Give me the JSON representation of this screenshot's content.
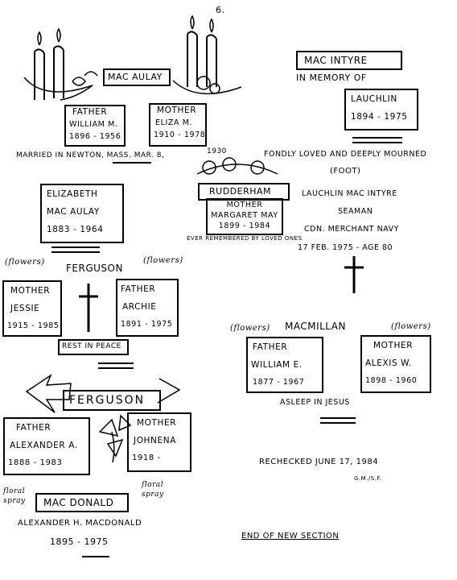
{
  "page_number": "6.",
  "macaulay": {
    "surname": "MAC AULAY",
    "father": {
      "role": "FATHER",
      "name": "WILLIAM M.",
      "dates": "1896 - 1956"
    },
    "mother": {
      "role": "MOTHER",
      "name": "ELIZA M.",
      "dates": "1910 - 1978"
    },
    "married": "MARRIED IN NEWTON, MASS. MAR. 8,",
    "year_1930": "1930"
  },
  "elizabeth": {
    "name": "ELIZABETH",
    "surname": "MAC AULAY",
    "dates": "1883 - 1964"
  },
  "macintyre": {
    "surname": "MAC INTYRE",
    "memory": "IN MEMORY OF",
    "name": "LAUCHLIN",
    "dates": "1894 - 1975",
    "inscription": "FONDLY LOVED AND DEEPLY MOURNED",
    "foot": "(FOOT)",
    "foot_lines": [
      "LAUCHLIN MAC INTYRE",
      "SEAMAN",
      "CDN. MERCHANT NAVY",
      "17 FEB. 1975 - AGE 80"
    ]
  },
  "rudderham": {
    "surname": "RUDDERHAM",
    "role": "MOTHER",
    "name": "MARGARET MAY",
    "dates": "1899 - 1984",
    "footer": "EVER REMEMBERED BY LOVED ONES"
  },
  "ferguson_top": {
    "surname": "FERGUSON",
    "flowers_left": "(flowers)",
    "flowers_right": "(flowers)",
    "mother": {
      "role": "MOTHER",
      "name": "JESSIE",
      "dates": "1915 - 1985"
    },
    "father": {
      "role": "FATHER",
      "name": "ARCHIE",
      "dates": "1891 - 1975"
    },
    "rest": "REST IN PEACE"
  },
  "macmillan": {
    "surname": "MACMILLAN",
    "flowers_left": "(flowers)",
    "flowers_right": "(flowers)",
    "father": {
      "role": "FATHER",
      "name": "WILLIAM E.",
      "dates": "1877 - 1967"
    },
    "mother": {
      "role": "MOTHER",
      "name": "ALEXIS W.",
      "dates": "1898 - 1960"
    },
    "asleep": "ASLEEP IN JESUS"
  },
  "ferguson_bottom": {
    "surname": "FERGUSON",
    "father": {
      "role": "FATHER",
      "name": "ALEXANDER A.",
      "dates": "1888 - 1983"
    },
    "mother": {
      "role": "MOTHER",
      "name": "JOHNENA",
      "dates": "1918 -"
    }
  },
  "macdonald": {
    "surname": "MAC DONALD",
    "left_note": "floral spray",
    "right_note": "floral spray",
    "name": "ALEXANDER H. MACDONALD",
    "dates": "1895 - 1975"
  },
  "recheck": "RECHECKED JUNE 17, 1984",
  "initials": "G.M./S.F.",
  "end": "END OF NEW SECTION"
}
